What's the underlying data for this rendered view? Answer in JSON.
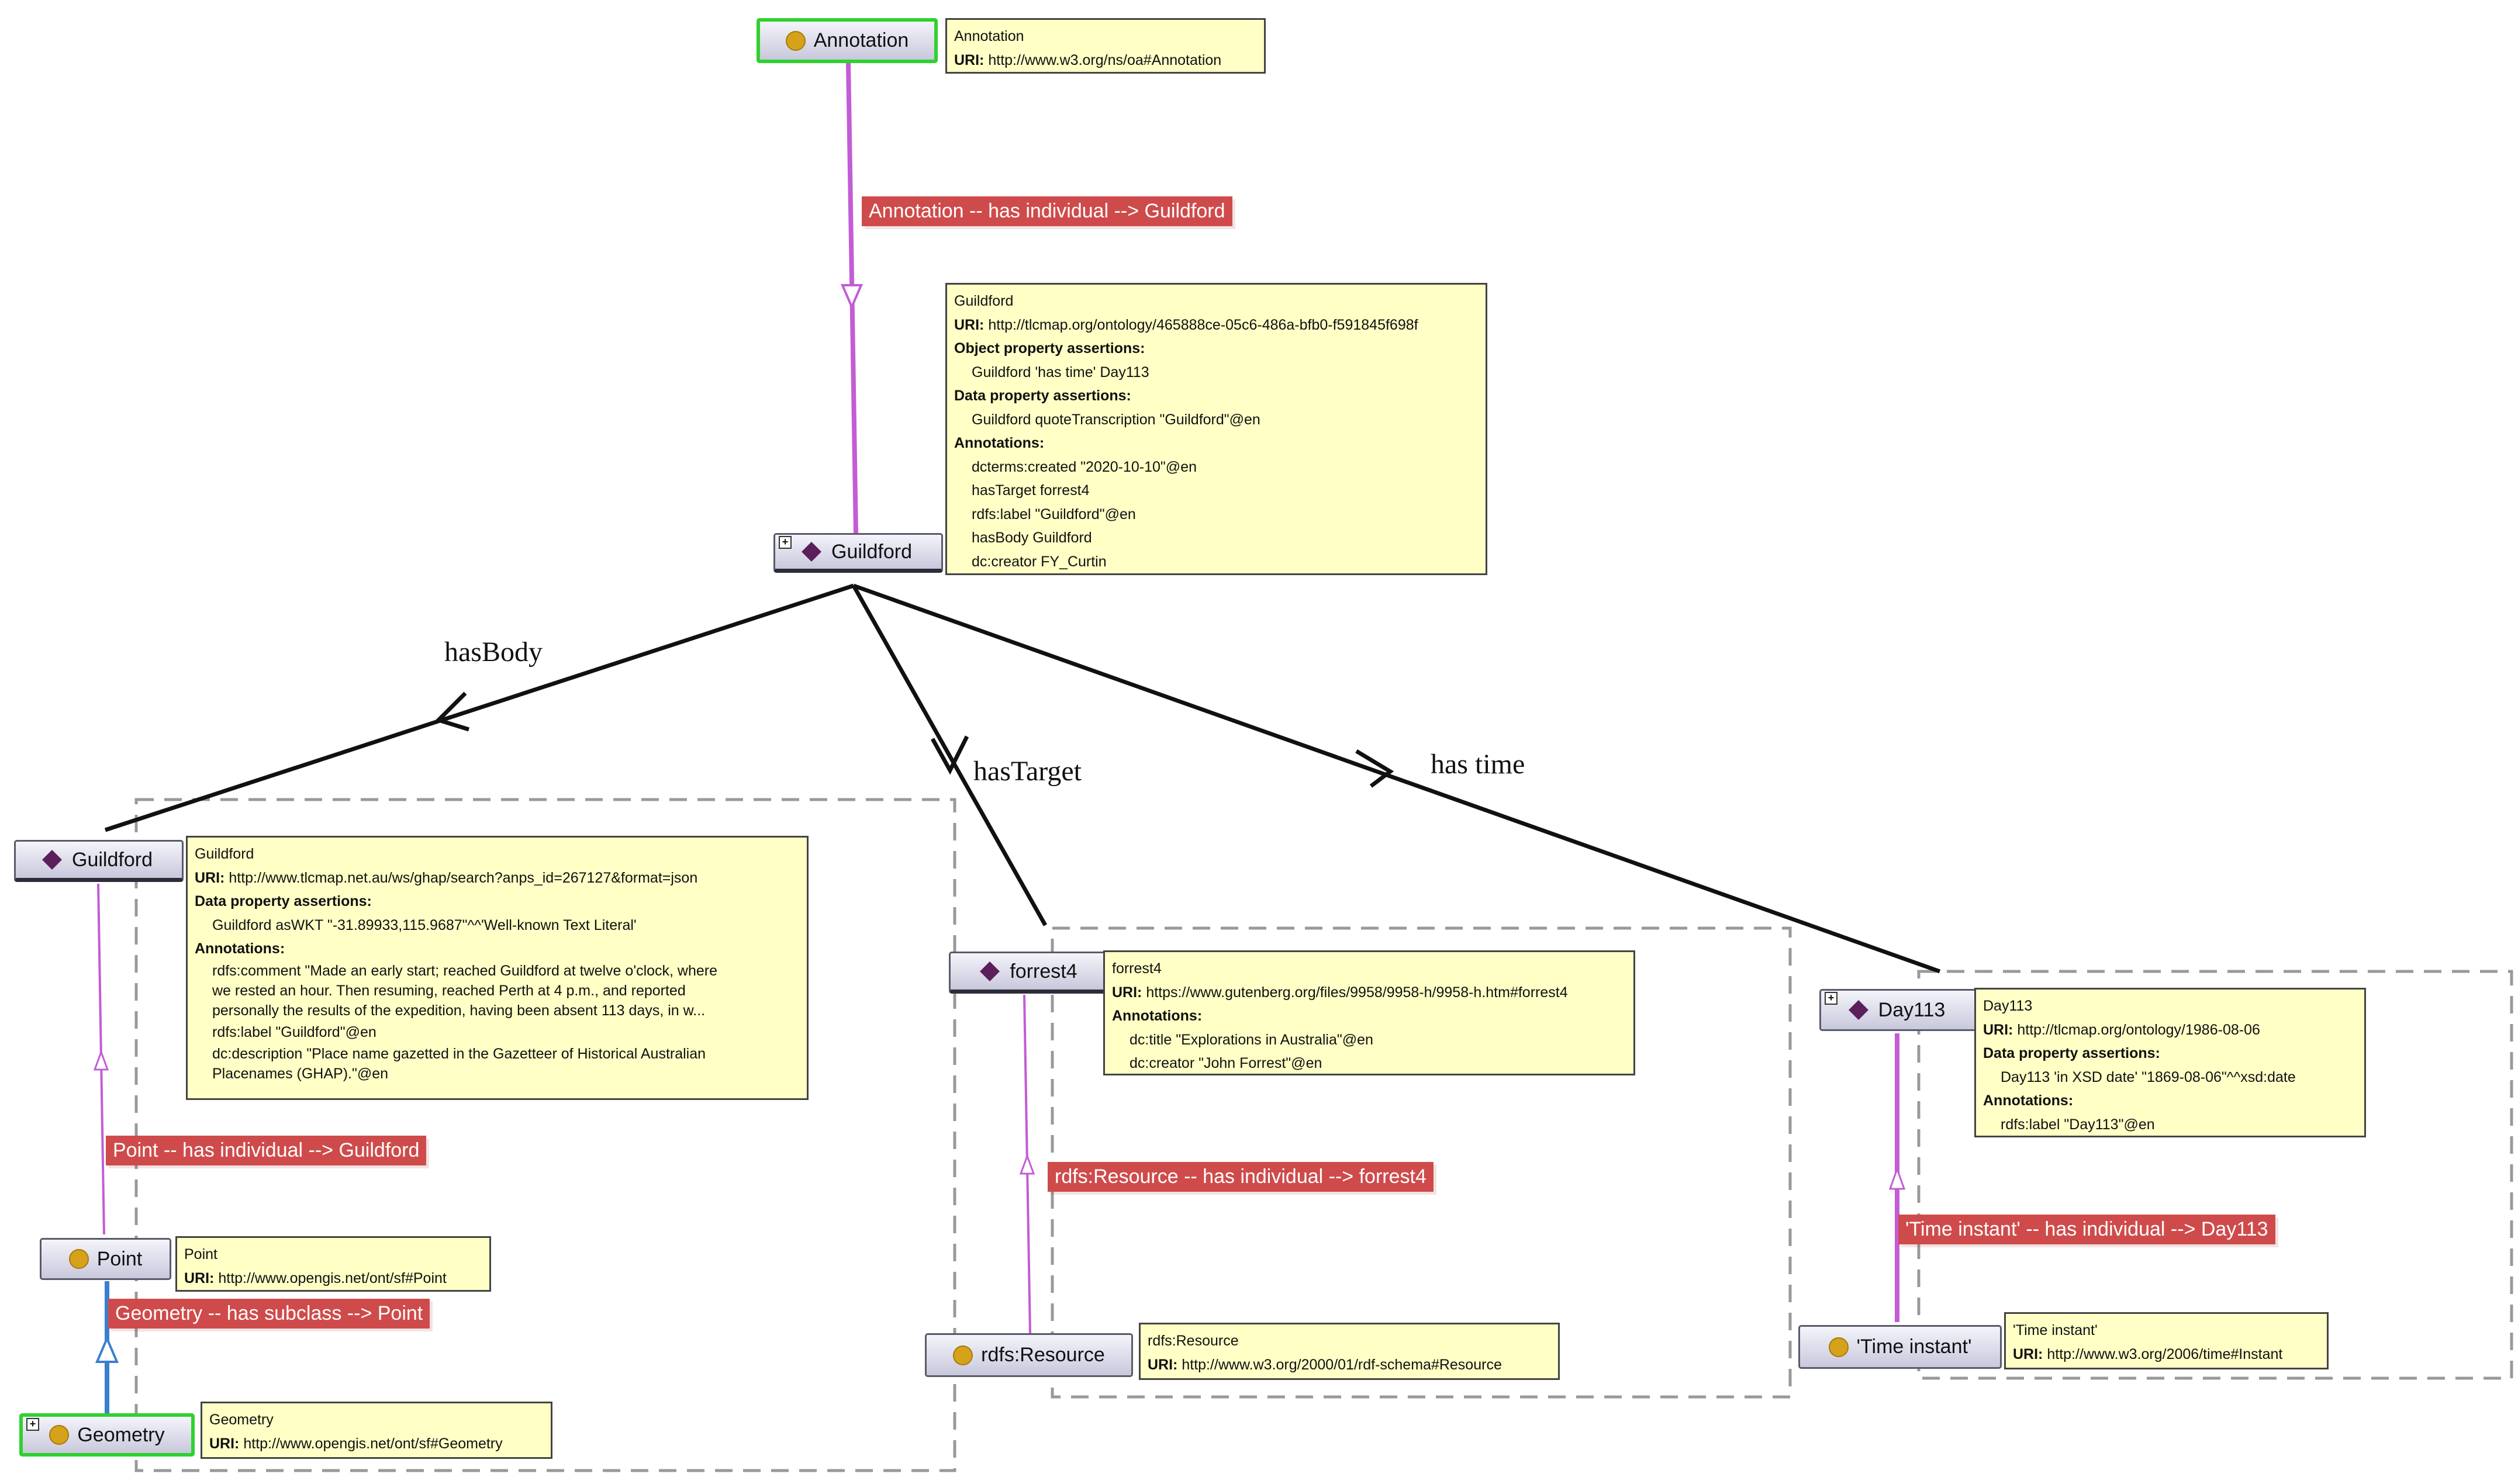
{
  "colors": {
    "node_fill": "#d8d8e8",
    "selected_border": "#2fd12f",
    "tooltip_bg": "#ffffc6",
    "relation_label_bg": "#cf4b4b",
    "subclass_edge": "#3a7fd0",
    "individual_edge": "#c35cd6"
  },
  "nodes": {
    "annotation": {
      "label": "Annotation",
      "icon": "class-dot-icon"
    },
    "guildford_top": {
      "label": "Guildford",
      "icon": "individual-diamond-icon"
    },
    "guildford_body": {
      "label": "Guildford",
      "icon": "individual-diamond-icon"
    },
    "point": {
      "label": "Point",
      "icon": "class-dot-icon"
    },
    "geometry": {
      "label": "Geometry",
      "icon": "class-dot-icon"
    },
    "forrest4": {
      "label": "forrest4",
      "icon": "individual-diamond-icon"
    },
    "rdfs_resource": {
      "label": "rdfs:Resource",
      "icon": "class-dot-icon"
    },
    "day113": {
      "label": "Day113",
      "icon": "individual-diamond-icon"
    },
    "time_instant": {
      "label": "'Time instant'",
      "icon": "class-dot-icon"
    }
  },
  "edge_labels": {
    "has_body": "hasBody",
    "has_target": "hasTarget",
    "has_time": "has time"
  },
  "relation_labels": {
    "annotation_guildford": "Annotation -- has individual --> Guildford",
    "point_guildford": "Point -- has individual --> Guildford",
    "geometry_point": "Geometry -- has subclass --> Point",
    "resource_forrest4": "rdfs:Resource -- has individual --> forrest4",
    "time_day113": "'Time instant' -- has individual --> Day113"
  },
  "tooltips": {
    "annotation": {
      "name": "Annotation",
      "uri_key": "URI:",
      "uri": "http://www.w3.org/ns/oa#Annotation"
    },
    "guildford_top": {
      "name": "Guildford",
      "uri_key": "URI:",
      "uri": "http://tlcmap.org/ontology/465888ce-05c6-486a-bfb0-f591845f698f",
      "obj_heading": "Object property assertions:",
      "obj_1": "Guildford 'has time' Day113",
      "data_heading": "Data property assertions:",
      "data_1": "Guildford quoteTranscription \"Guildford\"@en",
      "ann_heading": "Annotations:",
      "ann_1": "dcterms:created \"2020-10-10\"@en",
      "ann_2": "hasTarget forrest4",
      "ann_3": "rdfs:label \"Guildford\"@en",
      "ann_4": "hasBody Guildford",
      "ann_5": "dc:creator FY_Curtin"
    },
    "guildford_body": {
      "name": "Guildford",
      "uri_key": "URI:",
      "uri": "http://www.tlcmap.net.au/ws/ghap/search?anps_id=267127&format=json",
      "data_heading": "Data property assertions:",
      "data_1": "Guildford asWKT \"-31.89933,115.9687\"^^'Well-known Text Literal'",
      "ann_heading": "Annotations:",
      "comment_1": "rdfs:comment \"Made an early start; reached Guildford at twelve o'clock, where",
      "comment_2": "we rested an hour. Then resuming, reached Perth at 4 p.m., and reported",
      "comment_3": "personally the results of the expedition, having been absent 113 days, in w...",
      "ann_label": "rdfs:label \"Guildford\"@en",
      "desc_1": "dc:description \"Place name gazetted in the Gazetteer of Historical Australian",
      "desc_2": "Placenames (GHAP).\"@en"
    },
    "point": {
      "name": "Point",
      "uri_key": "URI:",
      "uri": "http://www.opengis.net/ont/sf#Point"
    },
    "geometry": {
      "name": "Geometry",
      "uri_key": "URI:",
      "uri": "http://www.opengis.net/ont/sf#Geometry"
    },
    "forrest4": {
      "name": "forrest4",
      "uri_key": "URI:",
      "uri": "https://www.gutenberg.org/files/9958/9958-h/9958-h.htm#forrest4",
      "ann_heading": "Annotations:",
      "ann_1": "dc:title \"Explorations in Australia\"@en",
      "ann_2": "dc:creator \"John Forrest\"@en"
    },
    "rdfs_resource": {
      "name": "rdfs:Resource",
      "uri_key": "URI:",
      "uri": "http://www.w3.org/2000/01/rdf-schema#Resource"
    },
    "day113": {
      "name": "Day113",
      "uri_key": "URI:",
      "uri": "http://tlcmap.org/ontology/1986-08-06",
      "data_heading": "Data property assertions:",
      "data_1": "Day113 'in XSD date' \"1869-08-06\"^^xsd:date",
      "ann_heading": "Annotations:",
      "ann_1": "rdfs:label \"Day113\"@en"
    },
    "time_instant": {
      "name": "'Time instant'",
      "uri_key": "URI:",
      "uri": "http://www.w3.org/2006/time#Instant"
    }
  }
}
